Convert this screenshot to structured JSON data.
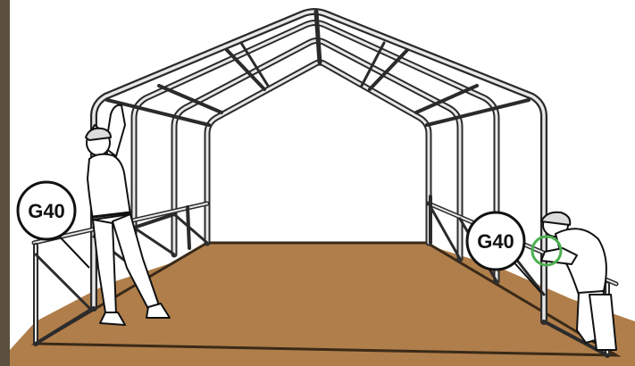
{
  "colors": {
    "left_border": "#5c4f3e",
    "ground": "#b07e4b",
    "ground_edge": "#3a2a18",
    "frame": "#2b2b2b",
    "frame_fill": "#e8e8e8",
    "highlight": "#4caf50",
    "callout_bg": "#ffffff",
    "callout_stroke": "#111111"
  },
  "callouts": [
    {
      "id": "left",
      "label": "G40"
    },
    {
      "id": "right",
      "label": "G40"
    }
  ],
  "icons": [
    "tent-frame",
    "worker-left",
    "worker-right",
    "highlight-circle"
  ]
}
